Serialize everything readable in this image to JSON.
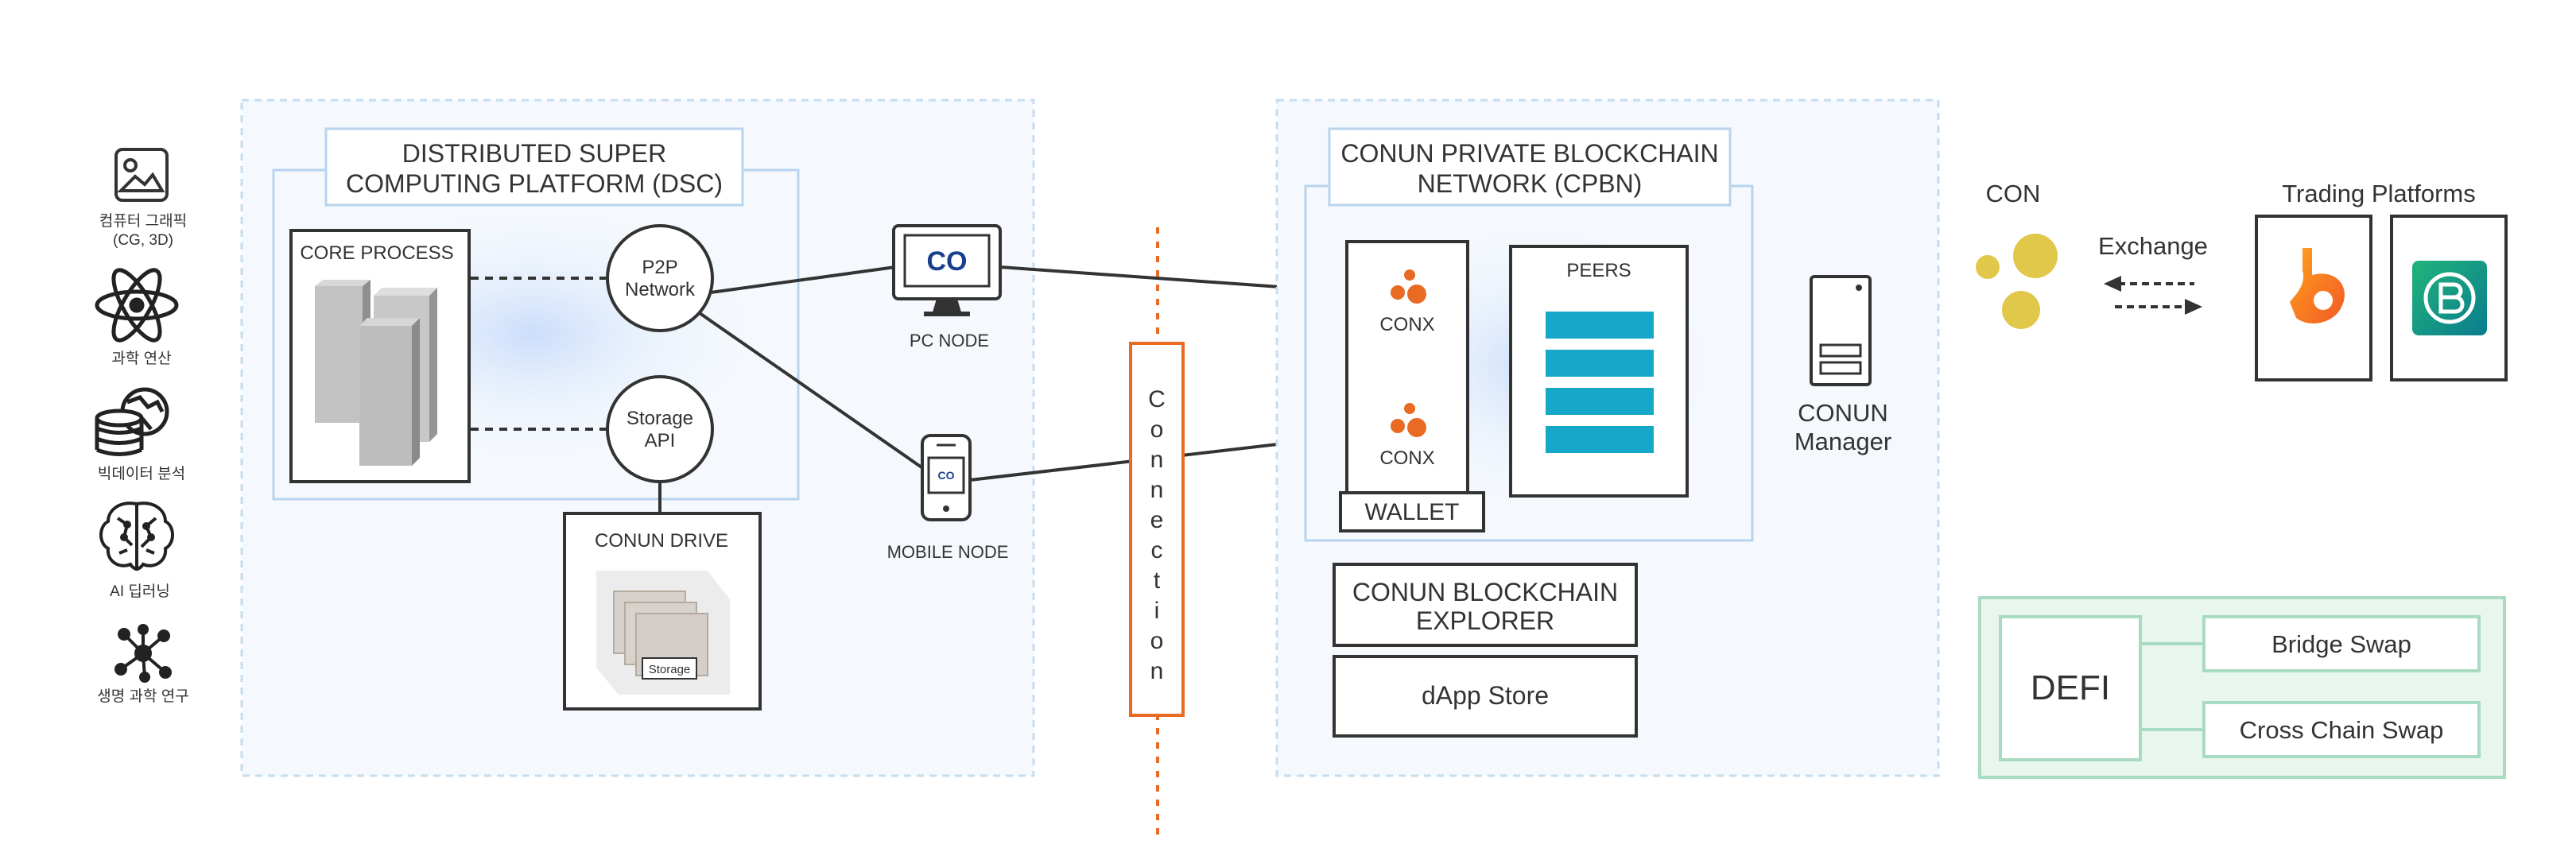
{
  "domains": {
    "cg": {
      "label1": "컴퓨터 그래픽",
      "label2": "(CG, 3D)",
      "icon": "image-icon"
    },
    "science": {
      "label": "과학 연산",
      "icon": "atom-icon"
    },
    "bigdata": {
      "label": "빅데이터 분석",
      "icon": "database-globe-icon"
    },
    "ai": {
      "label": "AI 딥러닝",
      "icon": "brain-icon"
    },
    "life": {
      "label": "생명 과학 연구",
      "icon": "molecule-network-icon"
    }
  },
  "dsc": {
    "title_line1": "DISTRIBUTED SUPER",
    "title_line2": "COMPUTING PLATFORM (DSC)",
    "core_process": "CORE PROCESS",
    "p2p_line1": "P2P",
    "p2p_line2": "Network",
    "storage_api_line1": "Storage",
    "storage_api_line2": "API",
    "conun_drive": "CONUN DRIVE",
    "storage_tag": "Storage"
  },
  "nodes": {
    "pc_node": "PC NODE",
    "mobile_node": "MOBILE NODE",
    "logo_text": "CO"
  },
  "connection": {
    "letters": [
      "C",
      "o",
      "n",
      "n",
      "e",
      "c",
      "t",
      "i",
      "o",
      "n"
    ]
  },
  "cpbn": {
    "title_line1": "CONUN PRIVATE BLOCKCHAIN",
    "title_line2": "NETWORK (CPBN)",
    "conx1": "CONX",
    "conx2": "CONX",
    "wallet": "WALLET",
    "peers": "PEERS",
    "manager_line1": "CONUN",
    "manager_line2": "Manager",
    "explorer_line1": "CONUN BLOCKCHAIN",
    "explorer_line2": "EXPLORER",
    "dapp_store": "dApp Store"
  },
  "exchange": {
    "con": "CON",
    "exchange": "Exchange",
    "trading_platforms": "Trading Platforms"
  },
  "defi": {
    "label": "DEFI",
    "bridge_swap": "Bridge Swap",
    "cross_chain_swap": "Cross Chain Swap"
  },
  "colors": {
    "panel_border": "#c5ddef",
    "panel_fill": "#f5f9fd",
    "inner_border": "#b8d4ee",
    "dark": "#333333",
    "orange": "#e86a23",
    "teal": "#17a8c9",
    "gold": "#e1c74a",
    "green_border": "#a8dbc2",
    "green_fill": "#e9f6ee"
  }
}
